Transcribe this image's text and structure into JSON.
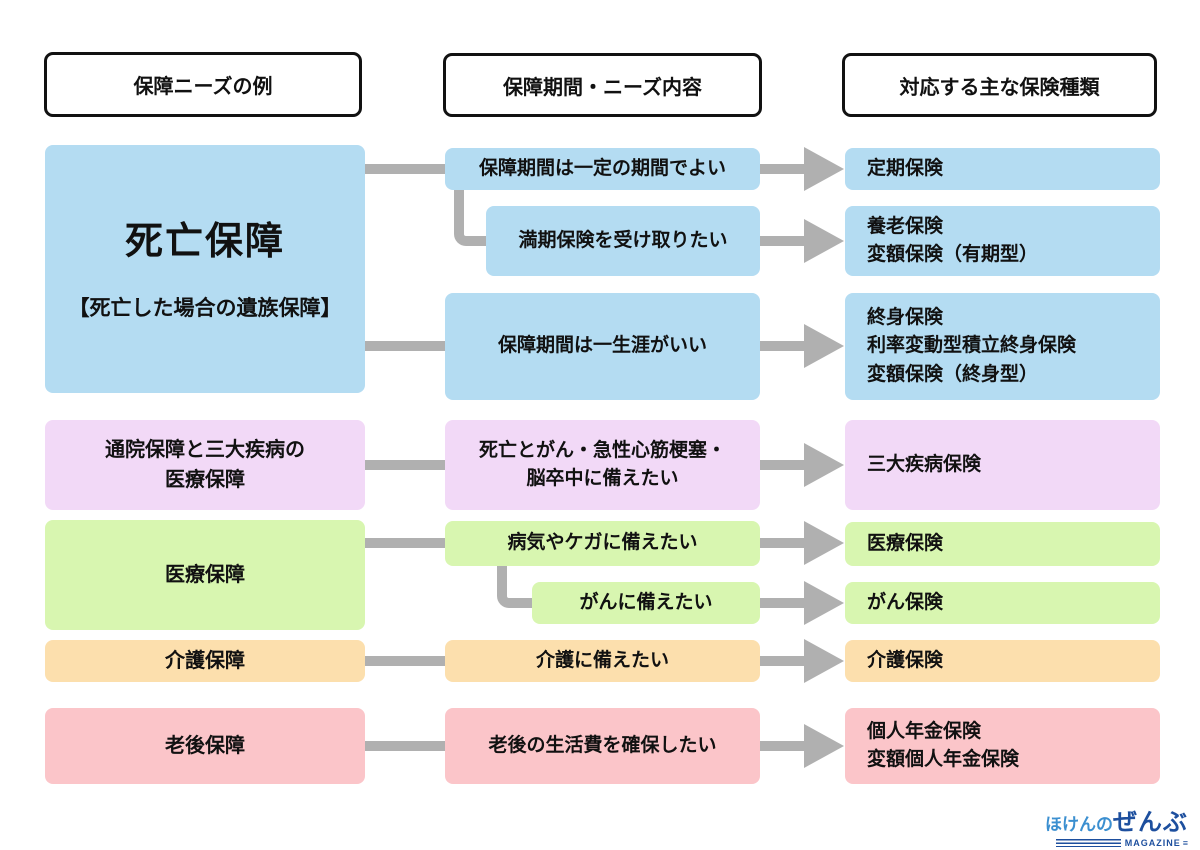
{
  "headers": {
    "needs_example": "保障ニーズの例",
    "period_needs": "保障期間・ニーズ内容",
    "insurance_types": "対応する主な保険種類"
  },
  "sections": {
    "death": {
      "title": "死亡保障",
      "subtitle": "【死亡した場合の遺族保障】",
      "needs": [
        "保障期間は一定の期間でよい",
        "満期保険を受け取りたい",
        "保障期間は一生涯がいい"
      ],
      "insurances": [
        [
          "定期保険"
        ],
        [
          "養老保険",
          "変額保険（有期型）"
        ],
        [
          "終身保険",
          "利率変動型積立終身保険",
          "変額保険（終身型）"
        ]
      ],
      "color": "#b4dcf2"
    },
    "three_diseases": {
      "title_lines": [
        "通院保障と三大疾病の",
        "医療保障"
      ],
      "need_lines": [
        "死亡とがん・急性心筋梗塞・",
        "脳卒中に備えたい"
      ],
      "insurance": "三大疾病保険",
      "color": "#f2d9f7"
    },
    "medical": {
      "title": "医療保障",
      "needs": [
        "病気やケガに備えたい",
        "がんに備えたい"
      ],
      "insurances": [
        "医療保険",
        "がん保険"
      ],
      "color": "#d8f6b0"
    },
    "nursing": {
      "title": "介護保障",
      "need": "介護に備えたい",
      "insurance": "介護保険",
      "color": "#fcdfad"
    },
    "retirement": {
      "title": "老後保障",
      "need": "老後の生活費を確保したい",
      "insurance_lines": [
        "個人年金保険",
        "変額個人年金保険"
      ],
      "color": "#fbc5c9"
    }
  },
  "logo": {
    "name_light": "ほけんの",
    "name_dark": "ぜんぶ",
    "magazine": "MAGAZINE",
    "color_light": "#3b8fd0",
    "color_dark": "#1d4f9e"
  },
  "connector_color": "#b0b0b0"
}
